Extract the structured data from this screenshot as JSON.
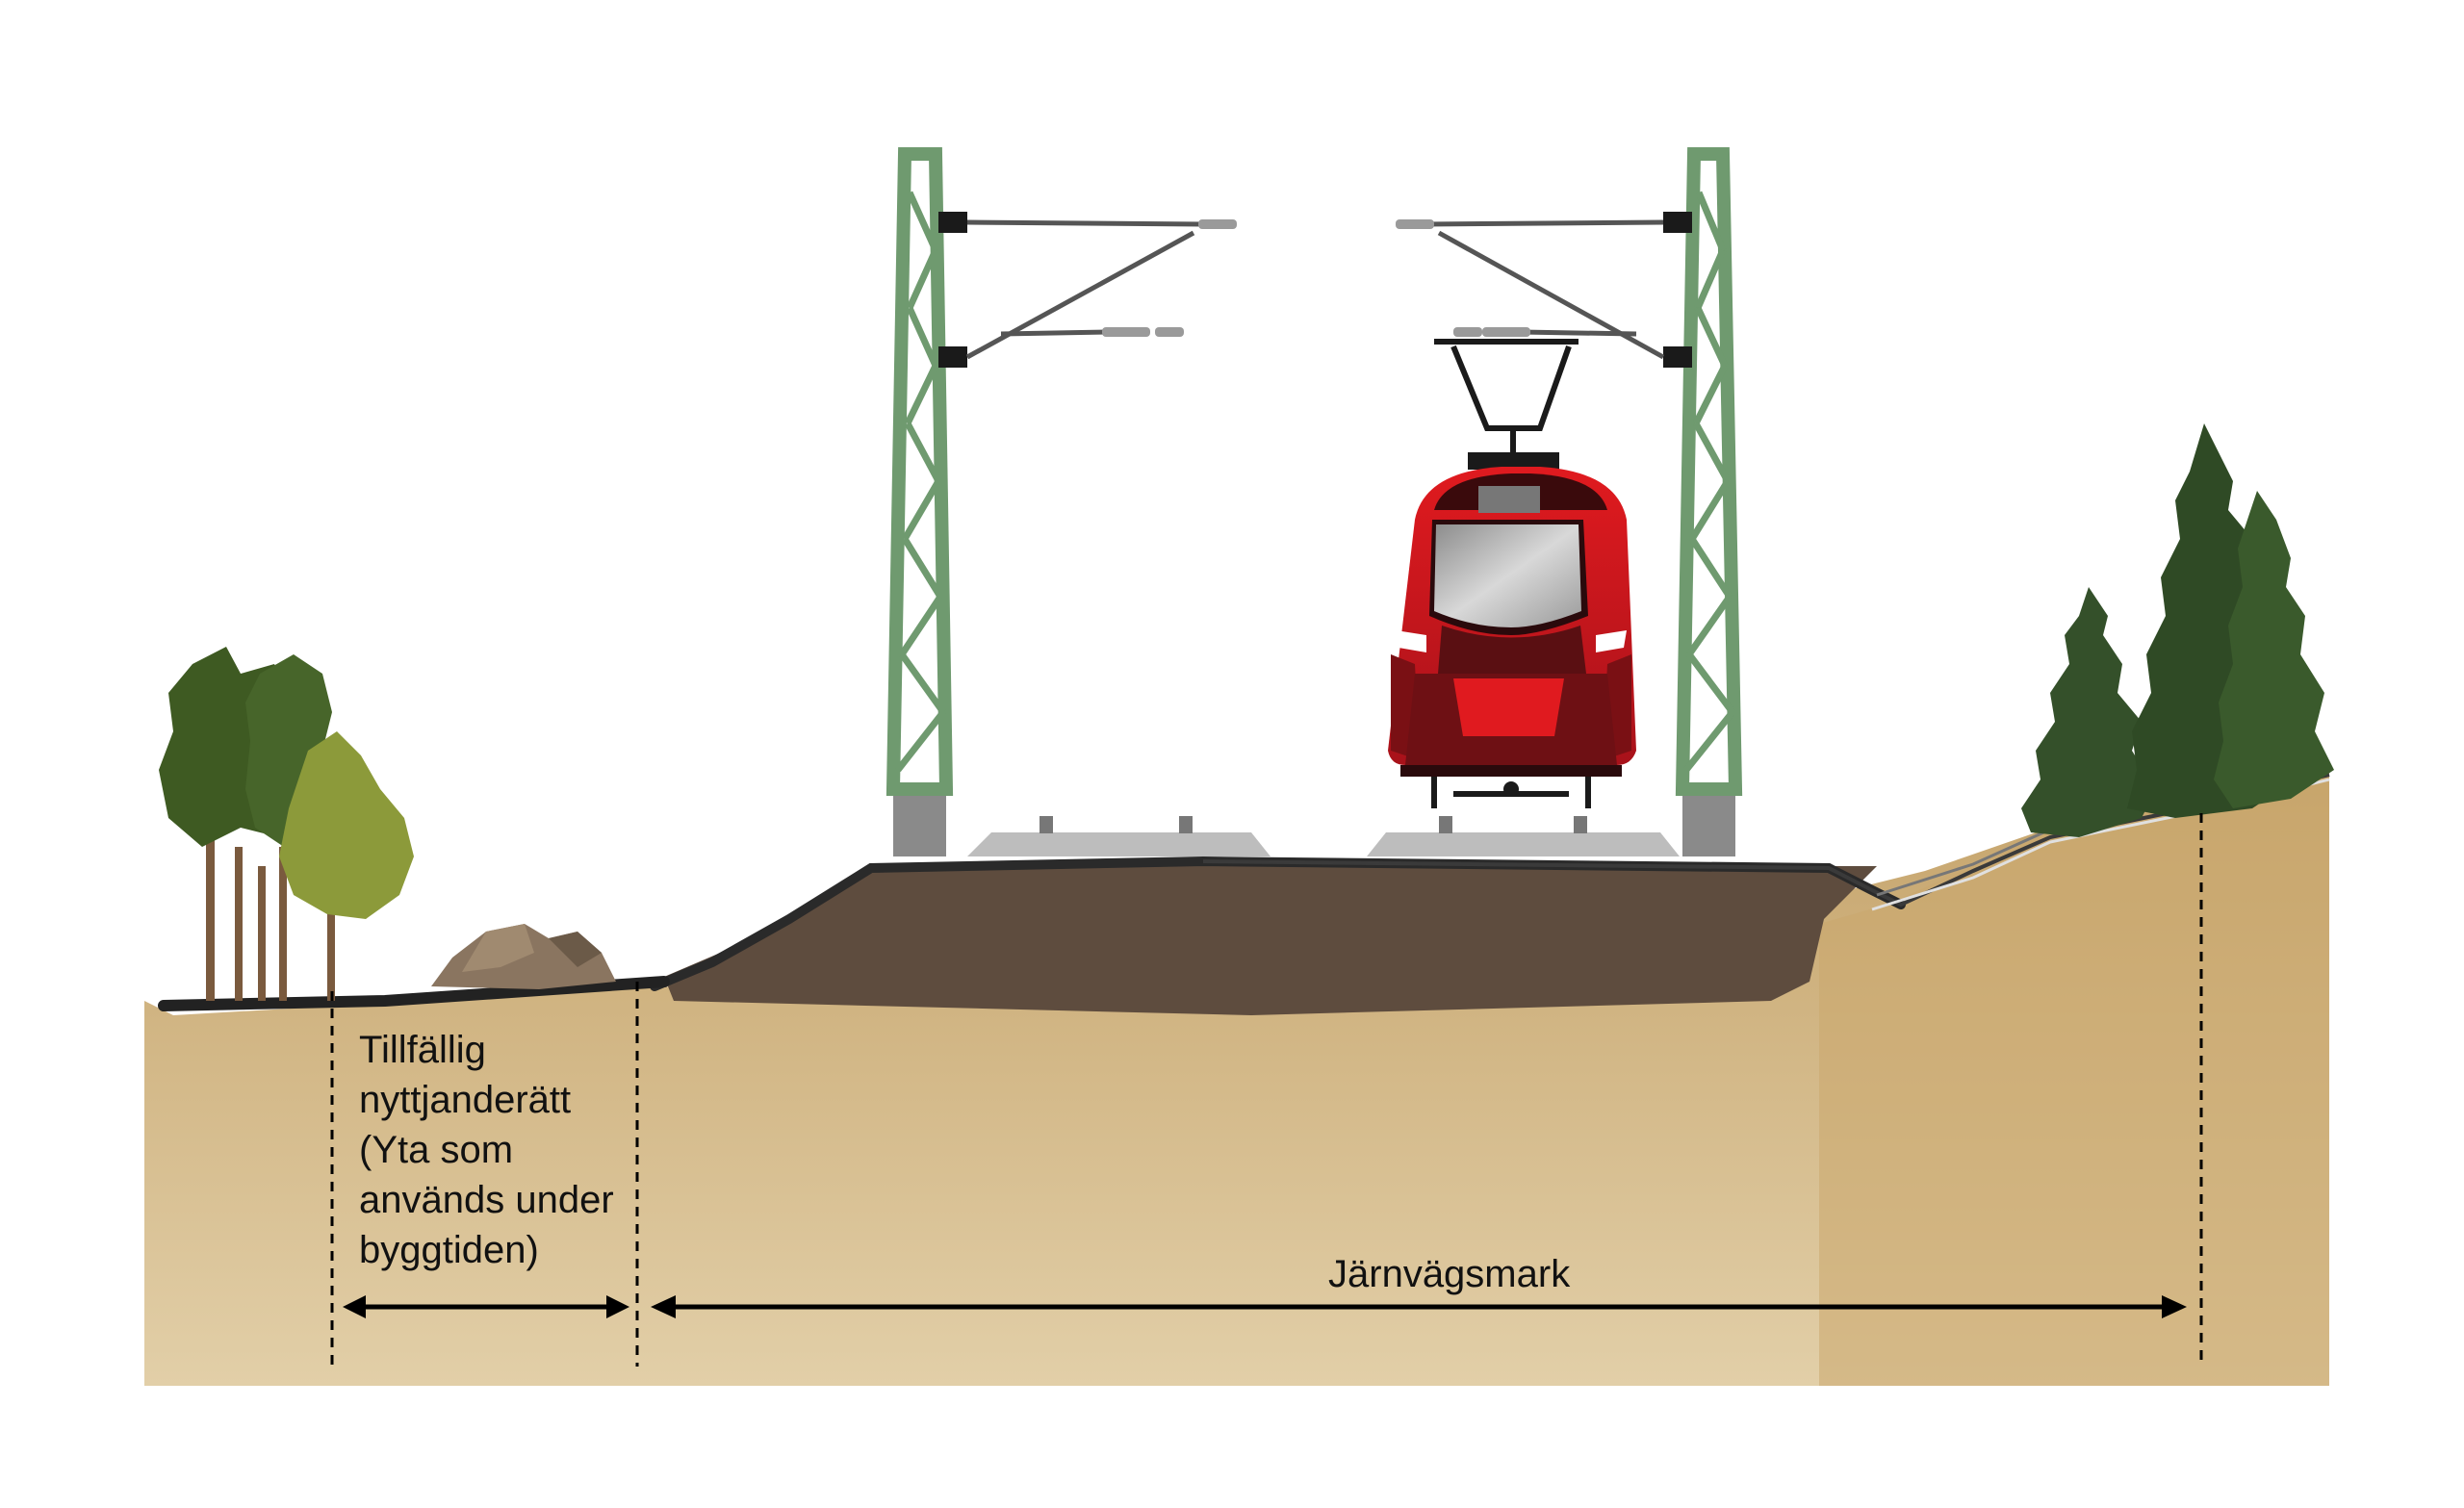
{
  "labels": {
    "temporary_area": [
      "Tillfällig",
      "nyttjanderätt",
      "(Yta som",
      "används under",
      "byggtiden)"
    ],
    "railway_land": "Järnvägsmark"
  },
  "colors": {
    "ground_top": "#c9a86e",
    "ground_bottom": "#e0cca4",
    "embankment": "#5e4c3e",
    "ballast_edge": "#2b2b2b",
    "mast_green": "#6f9a6f",
    "mast_base": "#8a8a8a",
    "train_red": "#d7141b",
    "train_dark": "#5a0f12",
    "tree_dark": "#3e5a22",
    "tree_light": "#8c9a3a",
    "spruce": "#34502a",
    "dimension_line": "#000000"
  },
  "icons": {
    "left_trees": "deciduous-tree-icon",
    "right_trees": "spruce-tree-icon",
    "train": "train-front-icon",
    "masts": "catenary-mast-icon",
    "rock": "rock-icon"
  }
}
